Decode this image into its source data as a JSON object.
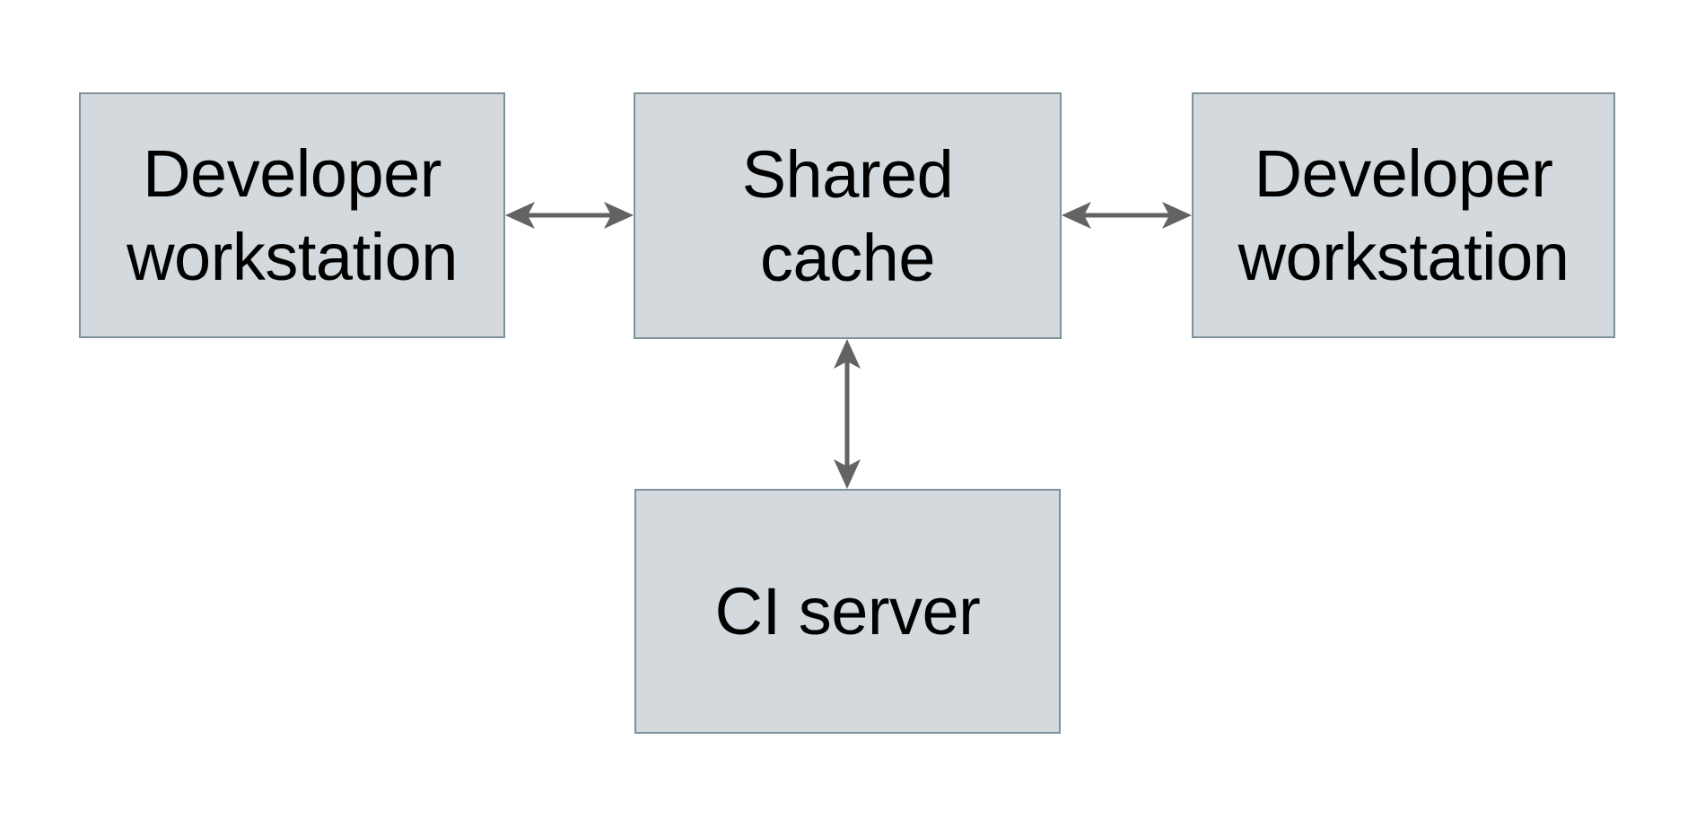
{
  "nodes": {
    "dev_left": {
      "label": "Developer workstation",
      "line1": "Developer",
      "line2": "workstation"
    },
    "shared": {
      "label": "Shared cache",
      "line1": "Shared",
      "line2": "cache"
    },
    "dev_right": {
      "label": "Developer workstation",
      "line1": "Developer",
      "line2": "workstation"
    },
    "ci_server": {
      "label": "CI server",
      "line1": "CI server"
    }
  },
  "edges": [
    {
      "from": "developer-workstation-left",
      "to": "shared-cache",
      "direction": "bidirectional"
    },
    {
      "from": "shared-cache",
      "to": "developer-workstation-right",
      "direction": "bidirectional"
    },
    {
      "from": "shared-cache",
      "to": "ci-server",
      "direction": "bidirectional"
    }
  ],
  "colors": {
    "node_fill": "#d3d9dc",
    "node_border": "#7f929c",
    "arrow": "#636363",
    "text": "#000000",
    "background": "#ffffff"
  }
}
